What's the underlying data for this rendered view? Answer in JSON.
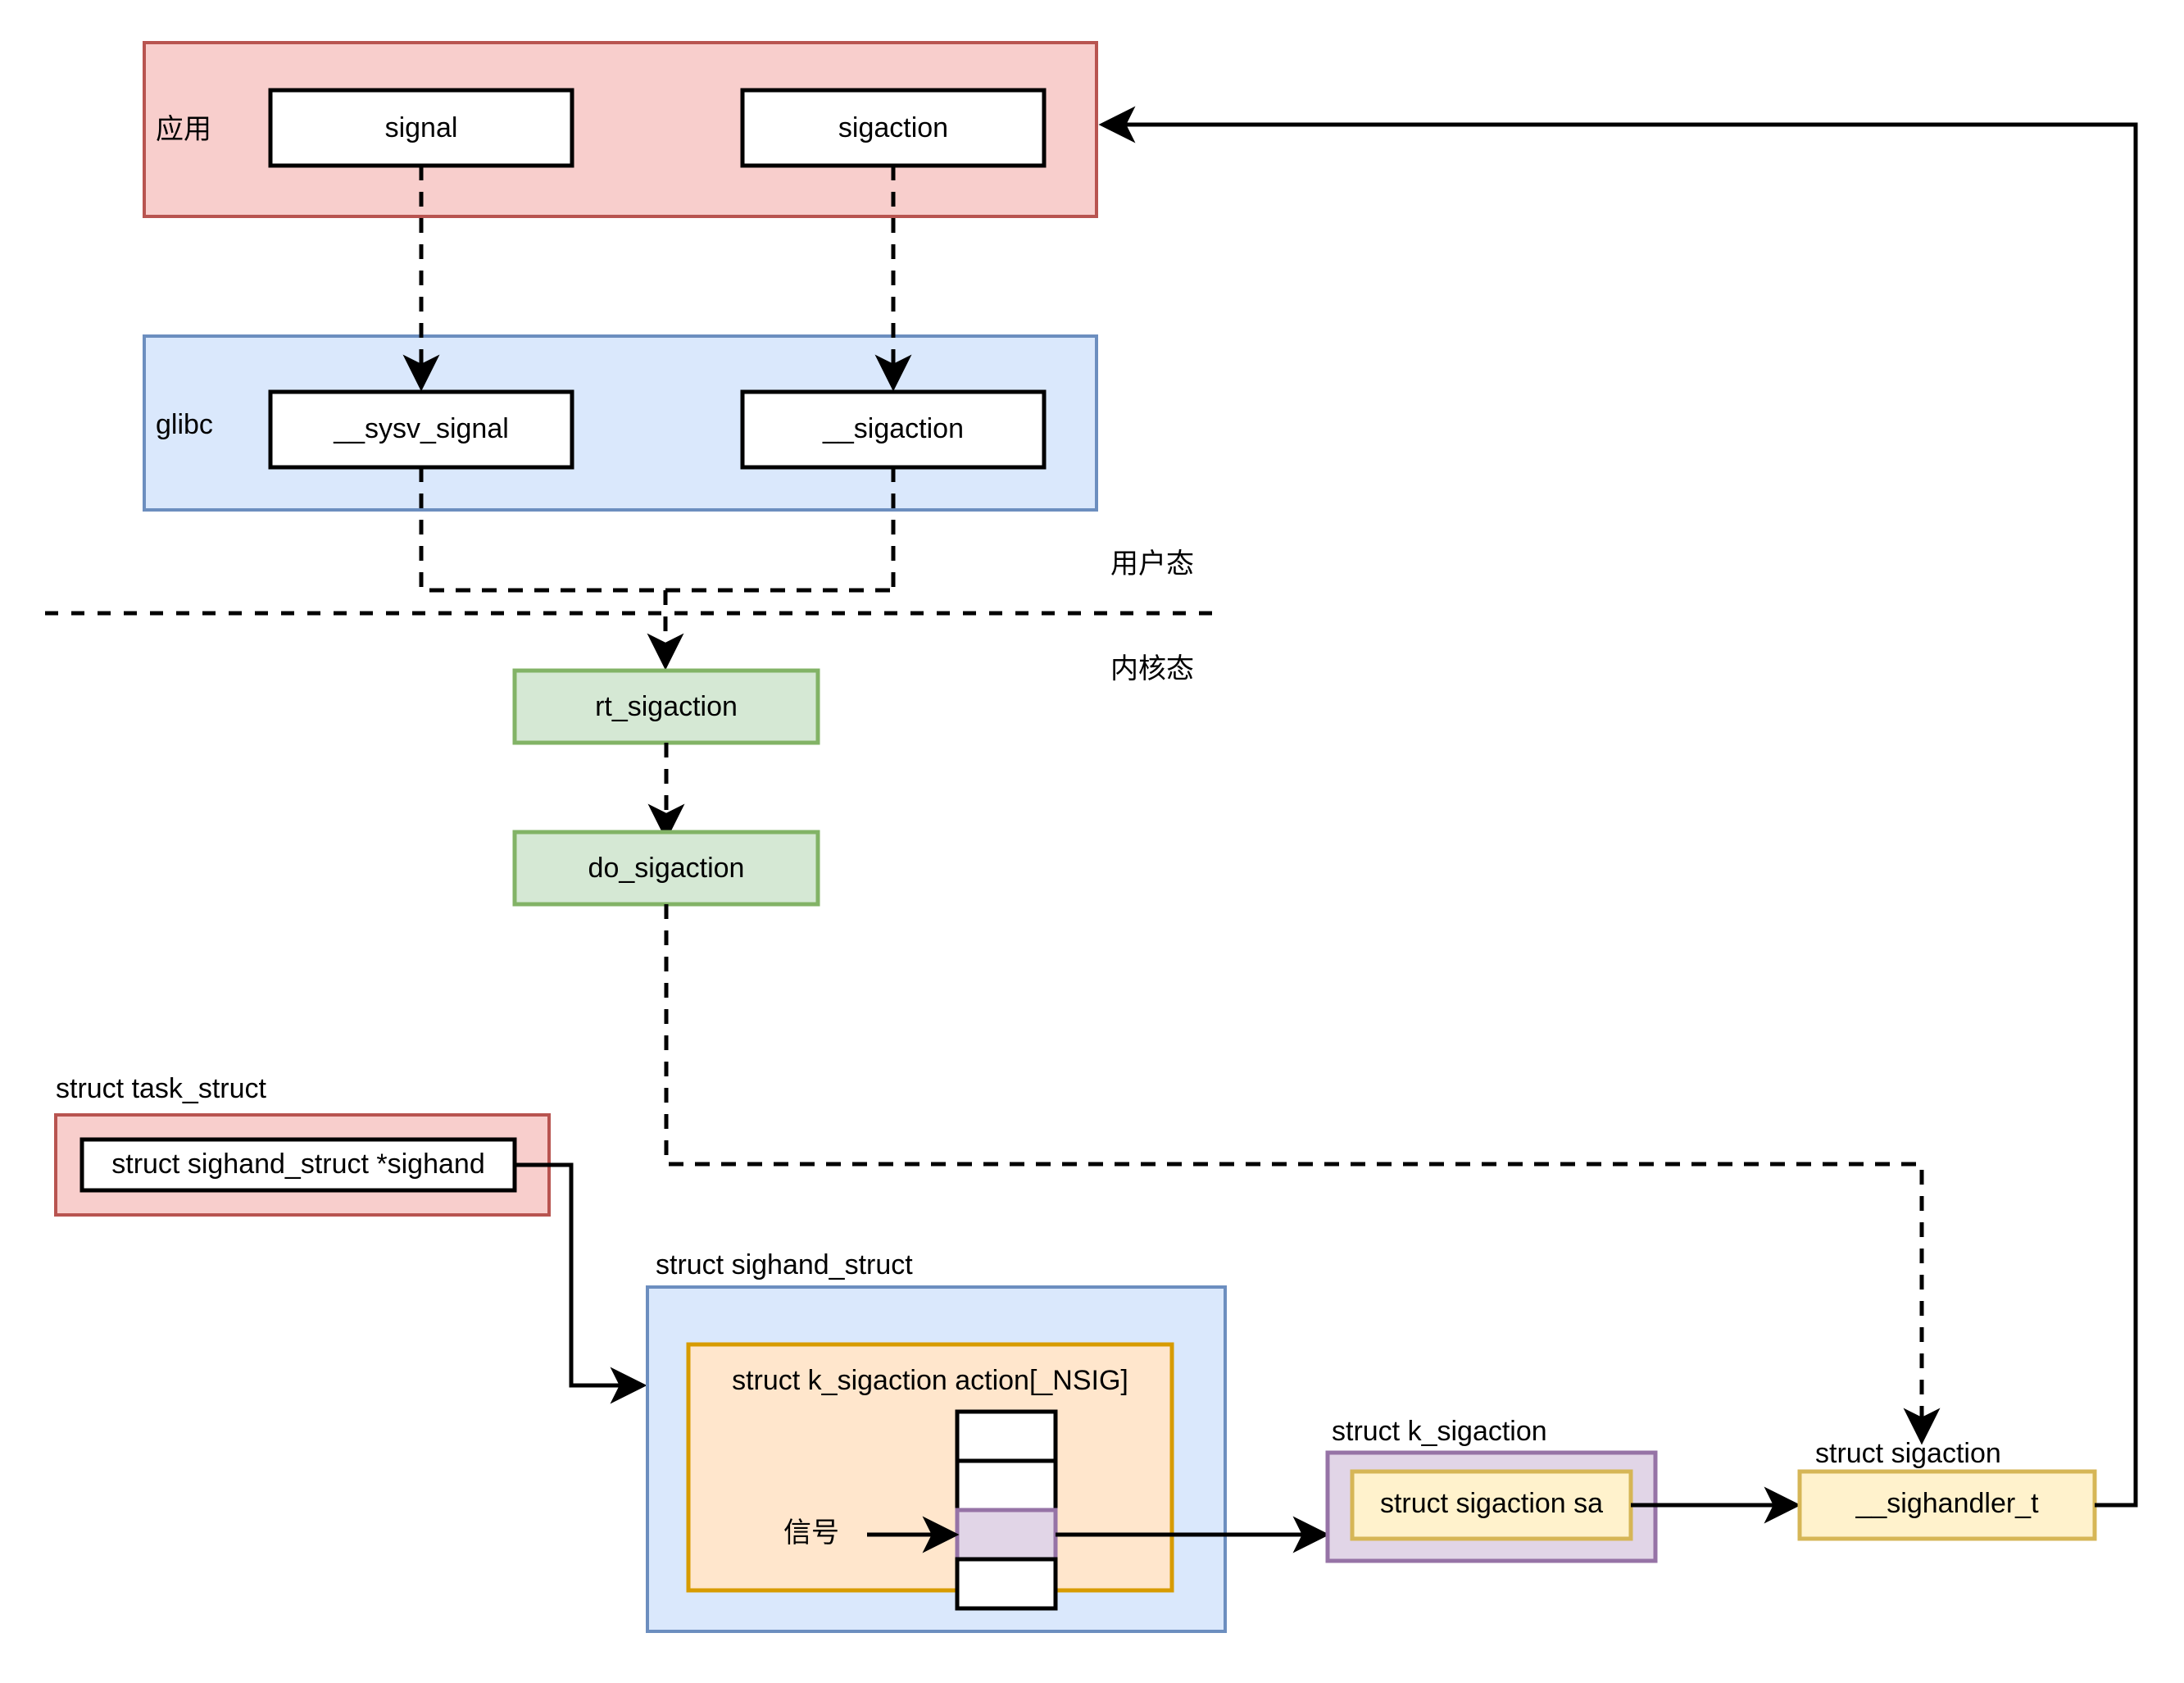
{
  "diagram": {
    "title_regions": {
      "app_layer_label": "应用",
      "glibc_layer_label": "glibc",
      "user_mode_label": "用户态",
      "kernel_mode_label": "内核态"
    },
    "app_boxes": [
      {
        "label": "signal"
      },
      {
        "label": "sigaction"
      }
    ],
    "glibc_boxes": [
      {
        "label": "__sysv_signal"
      },
      {
        "label": "__sigaction"
      }
    ],
    "kernel_boxes": [
      {
        "label": "rt_sigaction"
      },
      {
        "label": "do_sigaction"
      }
    ],
    "structs": {
      "task_struct_caption": "struct task_struct",
      "task_struct_field": "struct sighand_struct *sighand",
      "sighand_struct_caption": "struct sighand_struct",
      "action_array_label": "struct k_sigaction action[_NSIG]",
      "signal_arrow_label": "信号",
      "k_sigaction_caption": "struct k_sigaction",
      "k_sigaction_field": "struct sigaction sa",
      "sigaction_caption": "struct sigaction",
      "sigaction_field": "__sighandler_t"
    },
    "array_cells": [
      {
        "state": "empty"
      },
      {
        "state": "empty"
      },
      {
        "state": "selected"
      },
      {
        "state": "empty"
      }
    ],
    "colors": {
      "pink_fill": "#f8cecc",
      "pink_stroke": "#b85450",
      "blue_fill": "#dae8fc",
      "blue_stroke": "#6c8ebf",
      "green_fill": "#d5e8d4",
      "green_stroke": "#82b366",
      "orange_fill": "#ffe6cc",
      "orange_stroke": "#d79b00",
      "purple_fill": "#e1d5e7",
      "purple_stroke": "#9673a6",
      "yellow_fill": "#fff2cc",
      "yellow_stroke": "#d6b656",
      "white_fill": "#ffffff",
      "black_stroke": "#000000"
    }
  }
}
